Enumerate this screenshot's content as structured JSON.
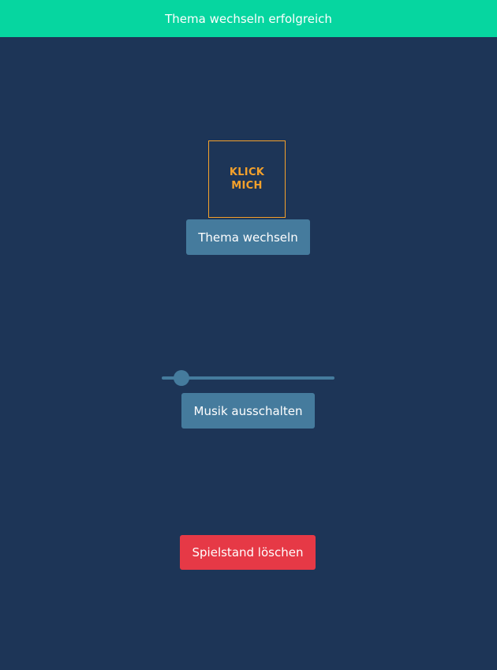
{
  "toast": {
    "message": "Thema wechseln erfolgreich",
    "color": "#06d6a0"
  },
  "click_box": {
    "line1": "KLICK",
    "line2": "MICH",
    "color": "#f4a12b"
  },
  "theme_button": {
    "label": "Thema wechseln",
    "color": "#457b9d"
  },
  "volume_slider": {
    "value": 0.115
  },
  "music_button": {
    "label": "Musik ausschalten",
    "color": "#457b9d"
  },
  "reset_button": {
    "label": "Spielstand löschen",
    "color": "#e63946"
  },
  "colors": {
    "background": "#1d3557"
  }
}
